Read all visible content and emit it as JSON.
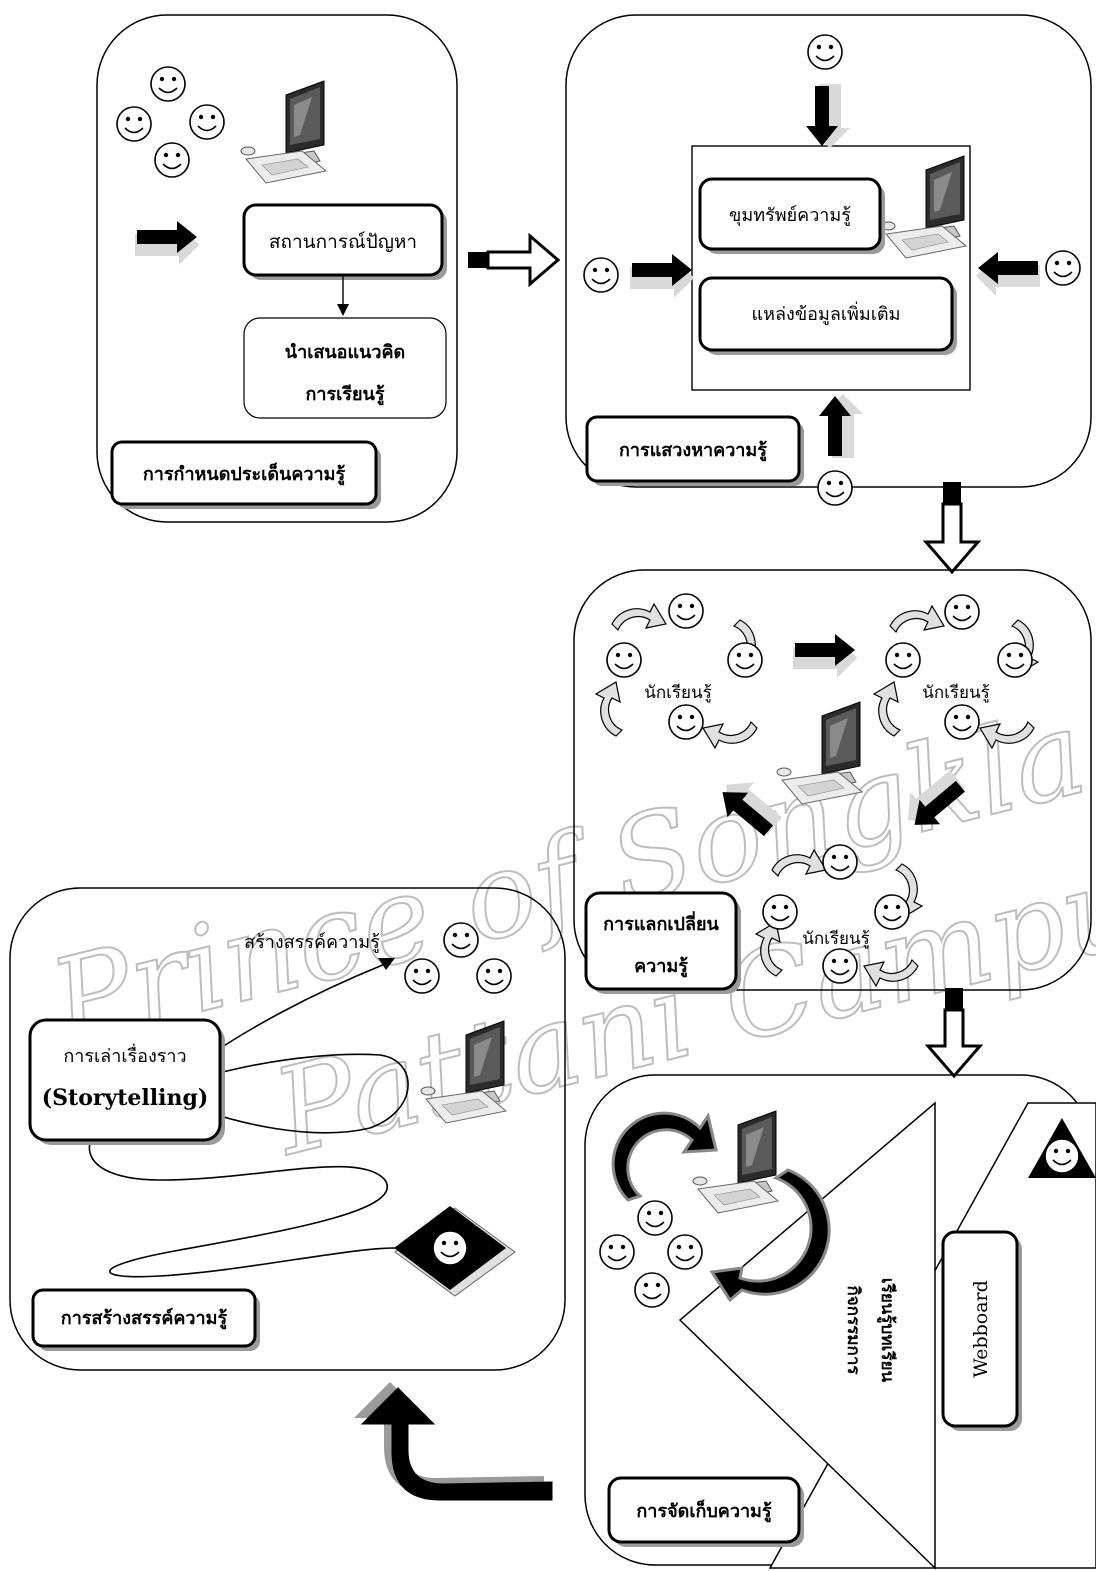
{
  "stage1": {
    "box1": "สถานการณ์ปัญหา",
    "box2_line1": "นำเสนอแนวคิด",
    "box2_line2": "การเรียนรู้",
    "title": "การกำหนดประเด็นความรู้"
  },
  "stage2": {
    "box1": "ขุมทรัพย์ความรู้",
    "box2": "แหล่งข้อมูลเพิ่มเติม",
    "title": "การแสวงหาความรู้"
  },
  "stage3": {
    "group_label": "นักเรียนรู้",
    "title_line1": "การแลกเปลี่ยน",
    "title_line2": "ความรู้"
  },
  "stage4": {
    "activity_line1": "กิจกรรมการ",
    "activity_line2": "เรียนรู้บทเรียน",
    "webboard": "Webboard",
    "title": "การจัดเก็บความรู้"
  },
  "stage5": {
    "create_label": "สร้างสรรค์ความรู้",
    "story_line1": "การเล่าเรื่องราว",
    "story_line2": "(Storytelling)",
    "title": "การสร้างสรรค์ความรู้"
  },
  "watermark": {
    "line1": "Prince of Songkla University",
    "line2": "Pattani Campus"
  }
}
